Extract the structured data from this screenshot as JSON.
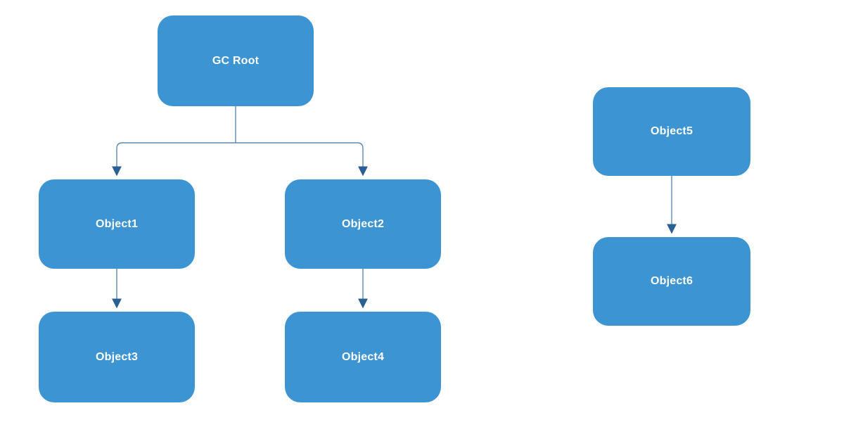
{
  "diagram": {
    "nodes": [
      {
        "id": "gc-root",
        "label": "GC Root"
      },
      {
        "id": "object1",
        "label": "Object1"
      },
      {
        "id": "object2",
        "label": "Object2"
      },
      {
        "id": "object3",
        "label": "Object3"
      },
      {
        "id": "object4",
        "label": "Object4"
      },
      {
        "id": "object5",
        "label": "Object5"
      },
      {
        "id": "object6",
        "label": "Object6"
      }
    ],
    "edges": [
      {
        "from": "GC Root",
        "to": "Object1"
      },
      {
        "from": "GC Root",
        "to": "Object2"
      },
      {
        "from": "Object1",
        "to": "Object3"
      },
      {
        "from": "Object2",
        "to": "Object4"
      },
      {
        "from": "Object5",
        "to": "Object6"
      }
    ],
    "colors": {
      "node_fill": "#3d94d3",
      "node_text": "#ffffff",
      "connector": "#5e89b0",
      "arrowhead": "#2a5f94",
      "background": "#ffffff"
    }
  }
}
